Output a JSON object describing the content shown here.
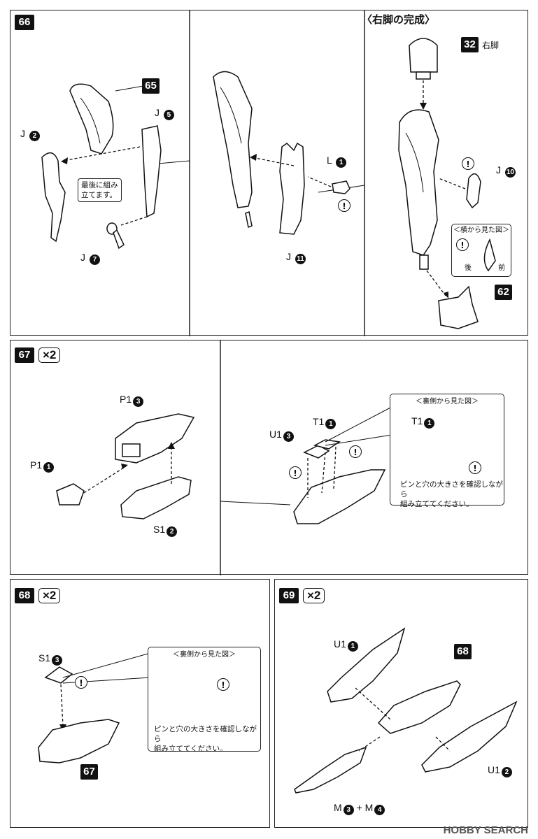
{
  "step66": {
    "number": "66",
    "part65": "65",
    "j2_prefix": "J",
    "j2_num": "2",
    "j5_prefix": "J",
    "j5_num": "5",
    "j7_prefix": "J",
    "j7_num": "7",
    "note_line1": "最後に組み",
    "note_line2": "立てます。",
    "l1_prefix": "L",
    "l1_num": "1",
    "j11_prefix": "J",
    "j11_num": "11",
    "complete_title": "〈右脚の完成〉",
    "part32": "32",
    "part32_label": "右脚",
    "j10_prefix": "J",
    "j10_num": "10",
    "side_view_title": "＜横から見た図＞",
    "back": "後",
    "front": "前",
    "part62": "62"
  },
  "step67": {
    "number": "67",
    "multiplier": "×2",
    "p13_prefix": "P1",
    "p13_num": "3",
    "p11_prefix": "P1",
    "p11_num": "1",
    "s12_prefix": "S1",
    "s12_num": "2",
    "u13_prefix": "U1",
    "u13_num": "3",
    "t11_prefix": "T1",
    "t11_num": "1",
    "rear_title": "＜裏側から見た図＞",
    "rear_t11_prefix": "T1",
    "rear_t11_num": "1",
    "note_line1": "ピンと穴の大きさを確認しながら",
    "note_line2": "組み立ててください。"
  },
  "step68": {
    "number": "68",
    "multiplier": "×2",
    "s13_prefix": "S1",
    "s13_num": "3",
    "part67": "67",
    "rear_title": "＜裏側から見た図＞",
    "note_line1": "ピンと穴の大きさを確認しながら",
    "note_line2": "組み立ててください。"
  },
  "step69": {
    "number": "69",
    "multiplier": "×2",
    "u11_prefix": "U1",
    "u11_num": "1",
    "part68": "68",
    "u12_prefix": "U1",
    "u12_num": "2",
    "m3_prefix": "M",
    "m3_num": "3",
    "plus": "+",
    "m4_prefix": "M",
    "m4_num": "4"
  },
  "excl": "!",
  "watermark": "HOBBY SEARCH"
}
